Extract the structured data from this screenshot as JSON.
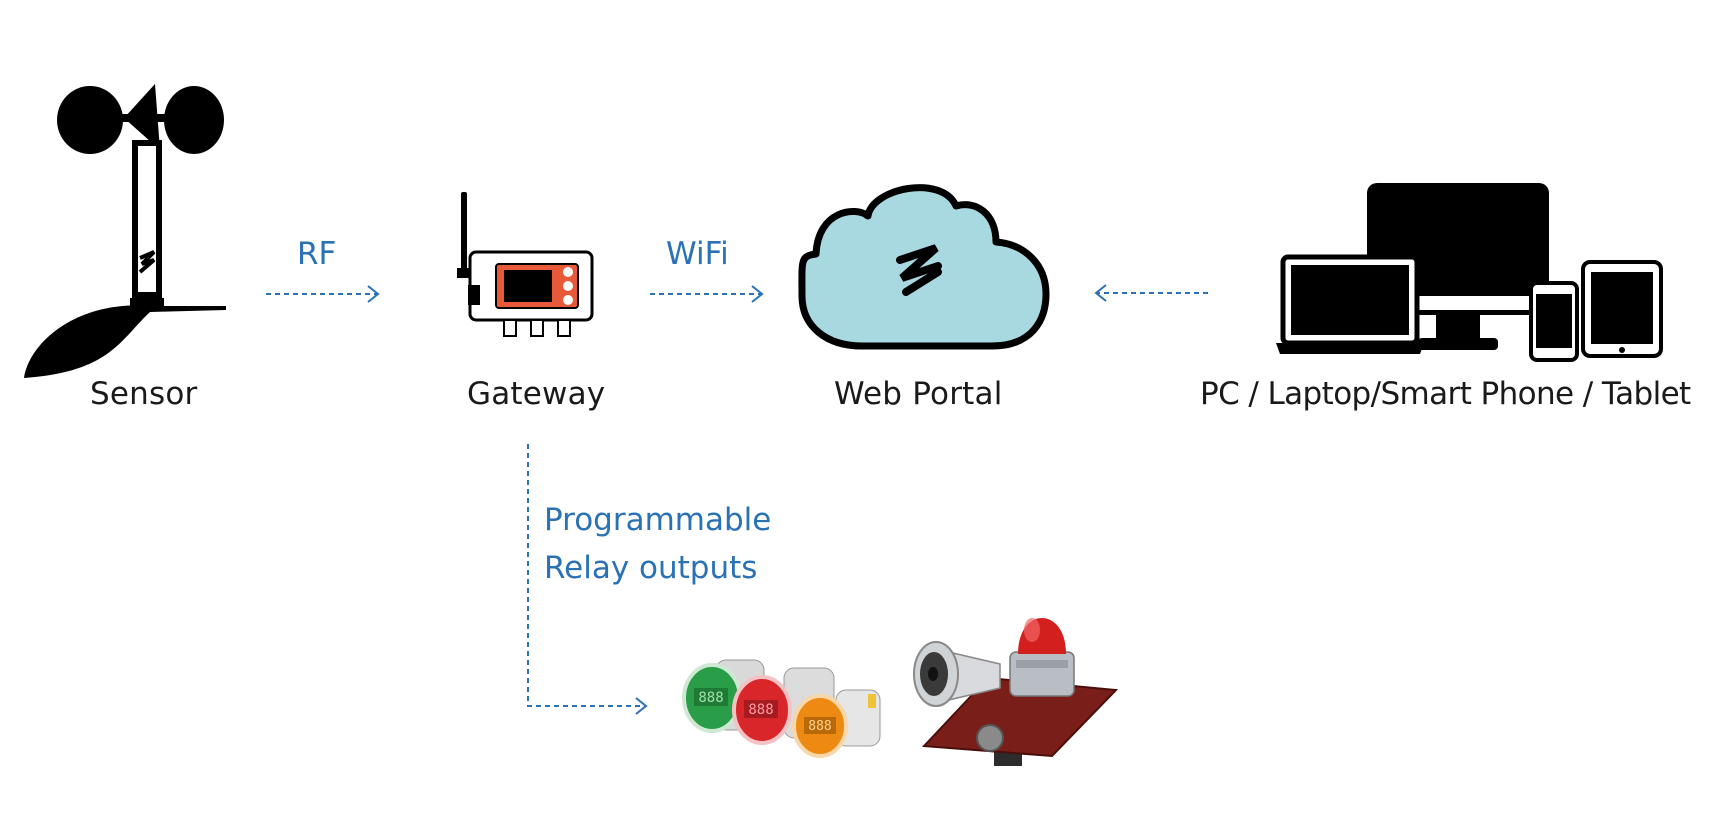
{
  "nodes": {
    "sensor": "Sensor",
    "gateway": "Gateway",
    "portal": "Web Portal",
    "devices": "PC / Laptop/Smart Phone / Tablet"
  },
  "links": {
    "rf": "RF",
    "wifi": "WiFi",
    "relay_line1": "Programmable",
    "relay_line2": "Relay outputs"
  },
  "panel_display": {
    "green": "888",
    "red": "888",
    "orange": "888"
  },
  "colors": {
    "accent": "#2a72b5",
    "cloud_fill": "#a8d8e0",
    "gateway_screen": "#e8593a"
  }
}
